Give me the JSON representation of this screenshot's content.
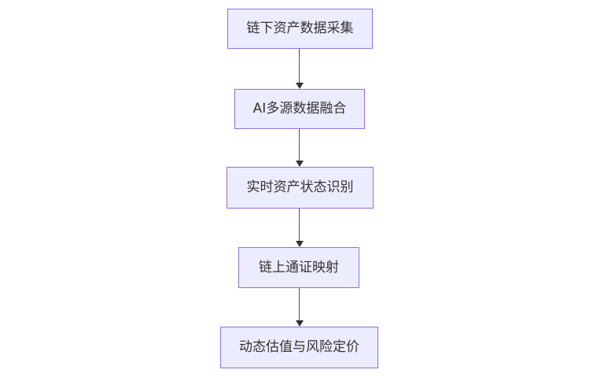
{
  "diagram": {
    "type": "flowchart",
    "direction": "top-down",
    "nodes": [
      {
        "id": "step-1",
        "label": "链下资产数据采集"
      },
      {
        "id": "step-2",
        "label": "AI多源数据融合"
      },
      {
        "id": "step-3",
        "label": "实时资产状态识别"
      },
      {
        "id": "step-4",
        "label": "链上通证映射"
      },
      {
        "id": "step-5",
        "label": "动态估值与风险定价"
      }
    ],
    "edges": [
      {
        "from": "step-1",
        "to": "step-2",
        "arrow": "down"
      },
      {
        "from": "step-2",
        "to": "step-3",
        "arrow": "down"
      },
      {
        "from": "step-3",
        "to": "step-4",
        "arrow": "down"
      },
      {
        "from": "step-4",
        "to": "step-5",
        "arrow": "down"
      }
    ],
    "colors": {
      "node_fill": "#ECECFF",
      "node_border": "#9370DB",
      "text": "#333333",
      "edge": "#333333",
      "background": "#FFFFFF"
    }
  }
}
